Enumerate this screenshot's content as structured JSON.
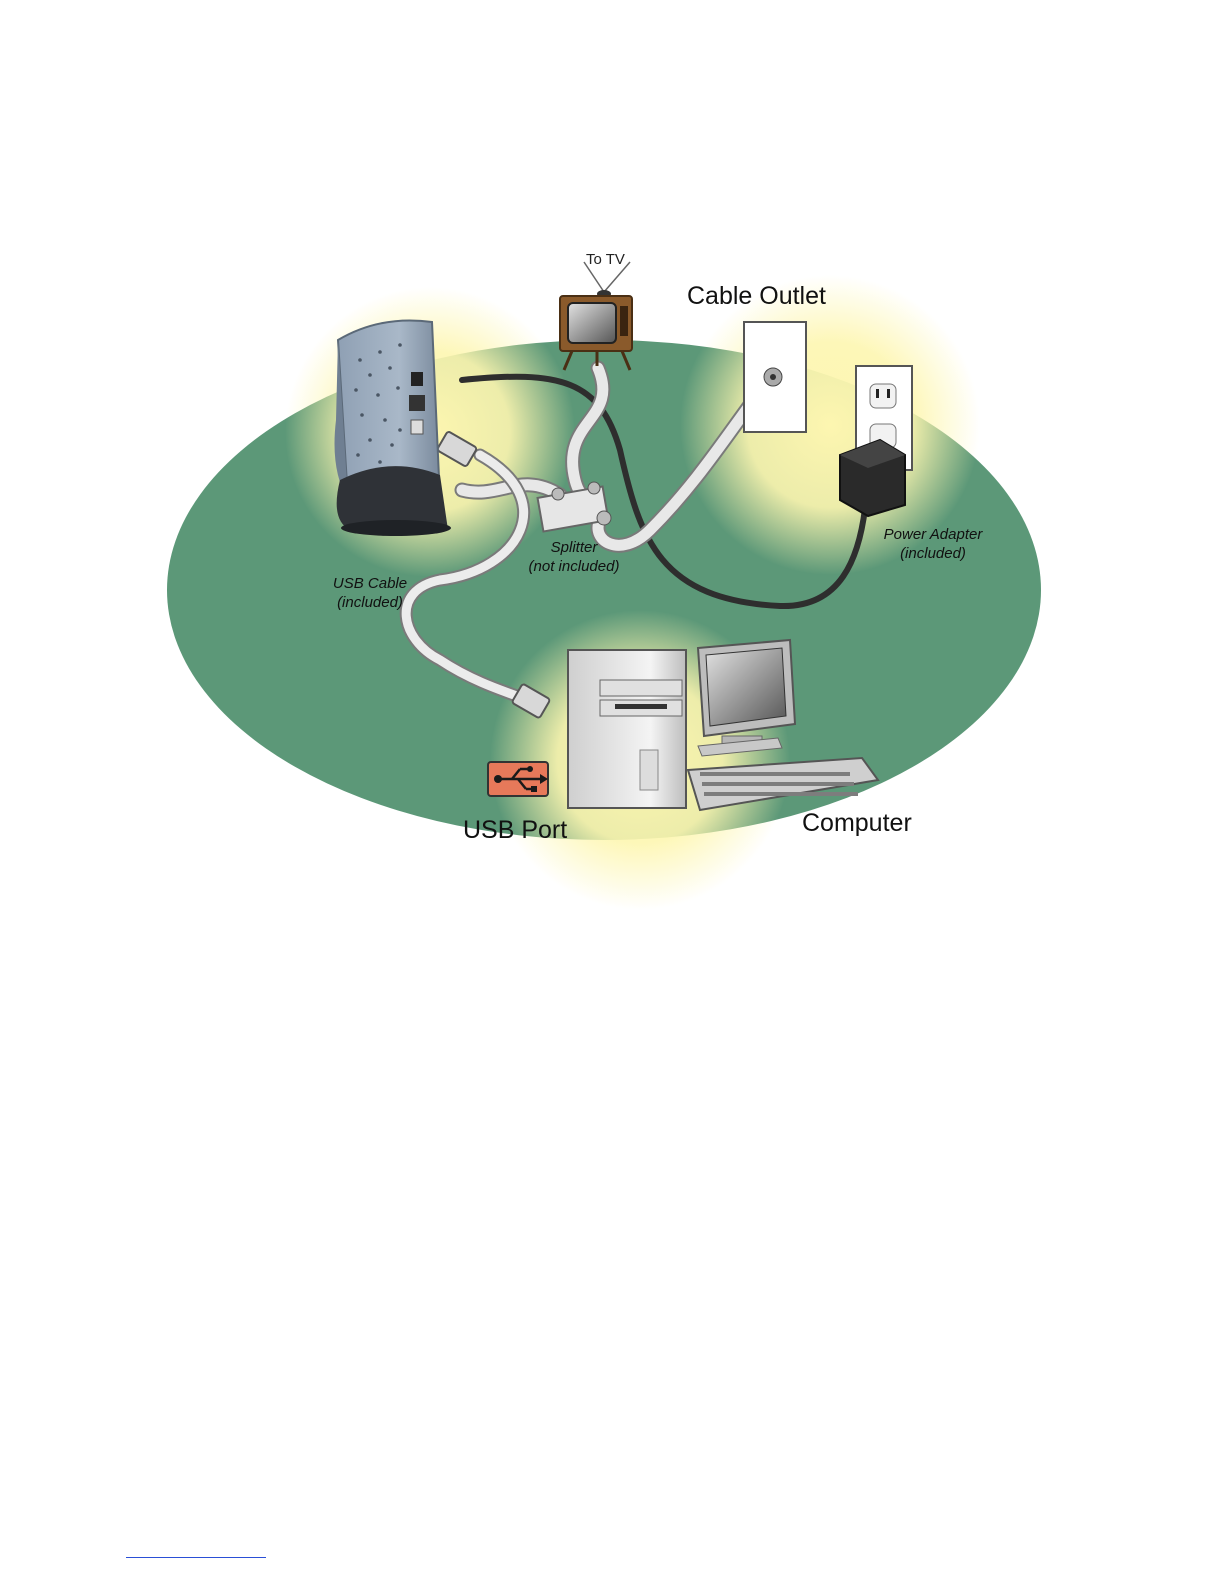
{
  "colors": {
    "ellipse": "#5c9878",
    "glow": "#fdf6b0",
    "usb_badge": "#e7795a",
    "cable_light": "#e8e8e8",
    "cable_dark": "#2e2e2e"
  },
  "labels": {
    "to_tv": "To TV",
    "cable_outlet": "Cable Outlet",
    "splitter_line1": "Splitter",
    "splitter_line2": "(not included)",
    "usb_cable_line1": "USB Cable",
    "usb_cable_line2": "(included)",
    "power_adapter_line1": "Power Adapter",
    "power_adapter_line2": "(included)",
    "usb_port": "USB Port",
    "computer": "Computer"
  },
  "icons": {
    "usb": "usb-icon",
    "tv": "television-icon",
    "modem": "cable-modem-icon",
    "outlet": "wall-outlet-icon",
    "adapter": "power-adapter-icon",
    "computer": "desktop-computer-icon"
  }
}
